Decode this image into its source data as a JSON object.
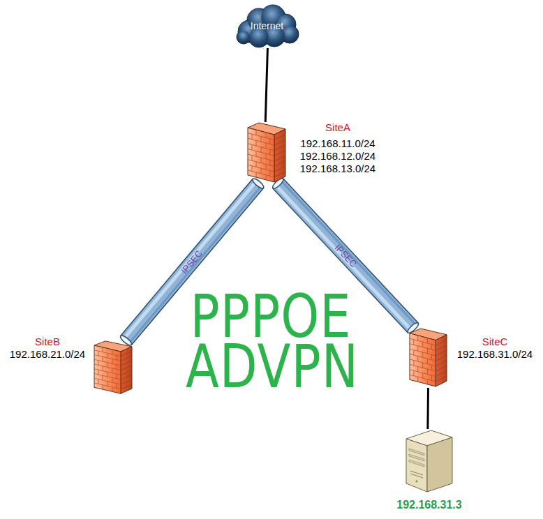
{
  "diagram": {
    "nodes": [
      {
        "text": [
          "Internet"
        ]
      },
      {
        "text": [
          "SiteA",
          "192.168.11.0/24",
          "192.168.12.0/24",
          "192.168.13.0/24"
        ]
      },
      {
        "text": [
          "SiteB",
          "192.168.21.0/24"
        ]
      },
      {
        "text": [
          "SiteC",
          "192.168.31.0/24"
        ]
      },
      {
        "text": [
          "192.168.31.3"
        ]
      }
    ],
    "edges": [
      {
        "from": 0,
        "to": 1,
        "arrow": "none"
      },
      {
        "from": 1,
        "to": 2,
        "label": "IPSEC",
        "arrow": "none"
      },
      {
        "from": 1,
        "to": 3,
        "label": "IPSEC",
        "arrow": "none"
      },
      {
        "from": 3,
        "to": 4,
        "arrow": "none"
      }
    ],
    "labels": [
      "PPPOE",
      "ADVPN"
    ]
  }
}
